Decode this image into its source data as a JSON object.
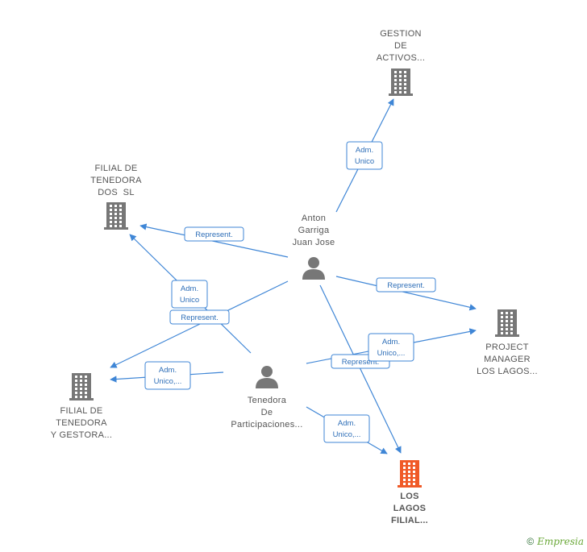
{
  "diagram": {
    "nodes": [
      {
        "id": "gestion",
        "type": "company",
        "color": "#777777",
        "lines": [
          "GESTION",
          "DE",
          "ACTIVOS..."
        ],
        "bold": false
      },
      {
        "id": "filial_dos",
        "type": "company",
        "color": "#777777",
        "lines": [
          "FILIAL DE",
          "TENEDORA",
          "DOS  SL"
        ],
        "bold": false
      },
      {
        "id": "anton",
        "type": "person",
        "color": "#777777",
        "lines": [
          "Anton",
          "Garriga",
          "Juan Jose"
        ],
        "bold": false
      },
      {
        "id": "project_manager",
        "type": "company",
        "color": "#777777",
        "lines": [
          "PROJECT",
          "MANAGER",
          "LOS LAGOS..."
        ],
        "bold": false
      },
      {
        "id": "filial_gestora",
        "type": "company",
        "color": "#777777",
        "lines": [
          "FILIAL DE",
          "TENEDORA",
          "Y GESTORA..."
        ],
        "bold": false
      },
      {
        "id": "tenedora",
        "type": "person",
        "color": "#777777",
        "lines": [
          "Tenedora",
          "De",
          "Participaciones..."
        ],
        "bold": false
      },
      {
        "id": "los_lagos",
        "type": "company",
        "color": "#f05a28",
        "lines": [
          "LOS",
          "LAGOS",
          "FILIAL..."
        ],
        "bold": true
      }
    ],
    "edges": [
      {
        "from": "anton",
        "to": "gestion",
        "label": [
          "Adm.",
          "Unico"
        ]
      },
      {
        "from": "anton",
        "to": "filial_dos",
        "label": [
          "Represent."
        ]
      },
      {
        "from": "anton",
        "to": "project_manager",
        "label": [
          "Represent."
        ]
      },
      {
        "from": "anton",
        "to": "filial_gestora",
        "label": [
          "Represent."
        ]
      },
      {
        "from": "anton",
        "to": "los_lagos",
        "label": [
          "Represent."
        ]
      },
      {
        "from": "tenedora",
        "to": "filial_dos",
        "label": [
          "Adm.",
          "Unico"
        ]
      },
      {
        "from": "tenedora",
        "to": "filial_gestora",
        "label": [
          "Adm.",
          "Unico,..."
        ]
      },
      {
        "from": "tenedora",
        "to": "project_manager",
        "label": [
          "Adm.",
          "Unico,..."
        ]
      },
      {
        "from": "tenedora",
        "to": "los_lagos",
        "label": [
          "Adm.",
          "Unico,..."
        ]
      }
    ]
  },
  "footer": {
    "copyright_symbol": "©",
    "brand": "Empresia"
  },
  "colors": {
    "edge": "#3f86d6",
    "company_icon": "#777777",
    "highlight_company_icon": "#f05a28",
    "person_icon": "#777777"
  }
}
